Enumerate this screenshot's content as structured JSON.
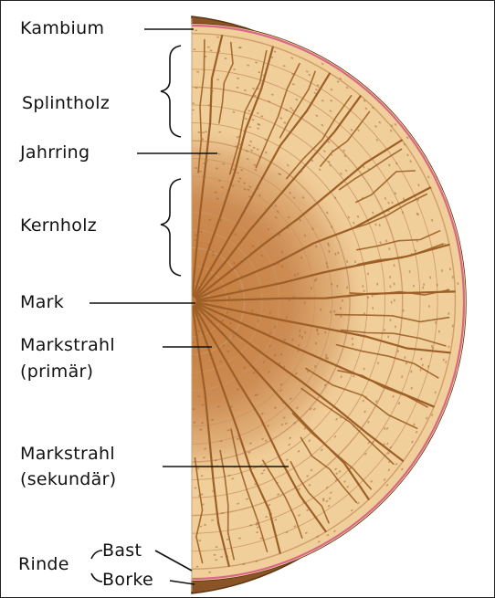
{
  "labels": {
    "kambium": "Kambium",
    "splintholz": "Splintholz",
    "jahrring": "Jahrring",
    "kernholz": "Kernholz",
    "mark": "Mark",
    "markstrahl_primaer_1": "Markstrahl",
    "markstrahl_primaer_2": "(primär)",
    "markstrahl_sekundaer_1": "Markstrahl",
    "markstrahl_sekundaer_2": "(sekundär)",
    "rinde": "Rinde",
    "bast": "Bast",
    "borke": "Borke"
  },
  "colors": {
    "sapwood": "#f1cf9a",
    "heartwood": "#c9854a",
    "ring": "#c99563",
    "ray": "#9d5f27",
    "bark": "#8b5426",
    "bark_dark": "#5e3512",
    "cambium": "#d9678a",
    "leader": "#111111"
  }
}
